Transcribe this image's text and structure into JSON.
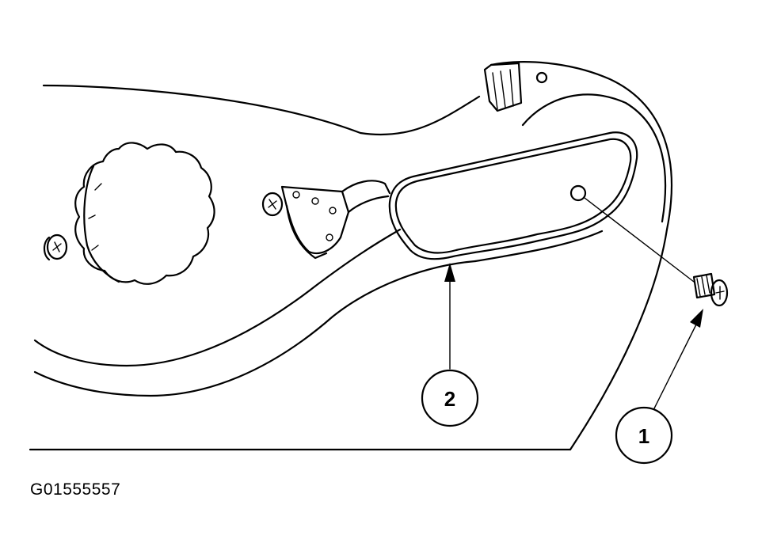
{
  "figure_id": "G01555557",
  "callouts": {
    "screw": {
      "number": "1"
    },
    "handle": {
      "number": "2"
    }
  },
  "colors": {
    "line": "#000000",
    "background": "#ffffff"
  }
}
